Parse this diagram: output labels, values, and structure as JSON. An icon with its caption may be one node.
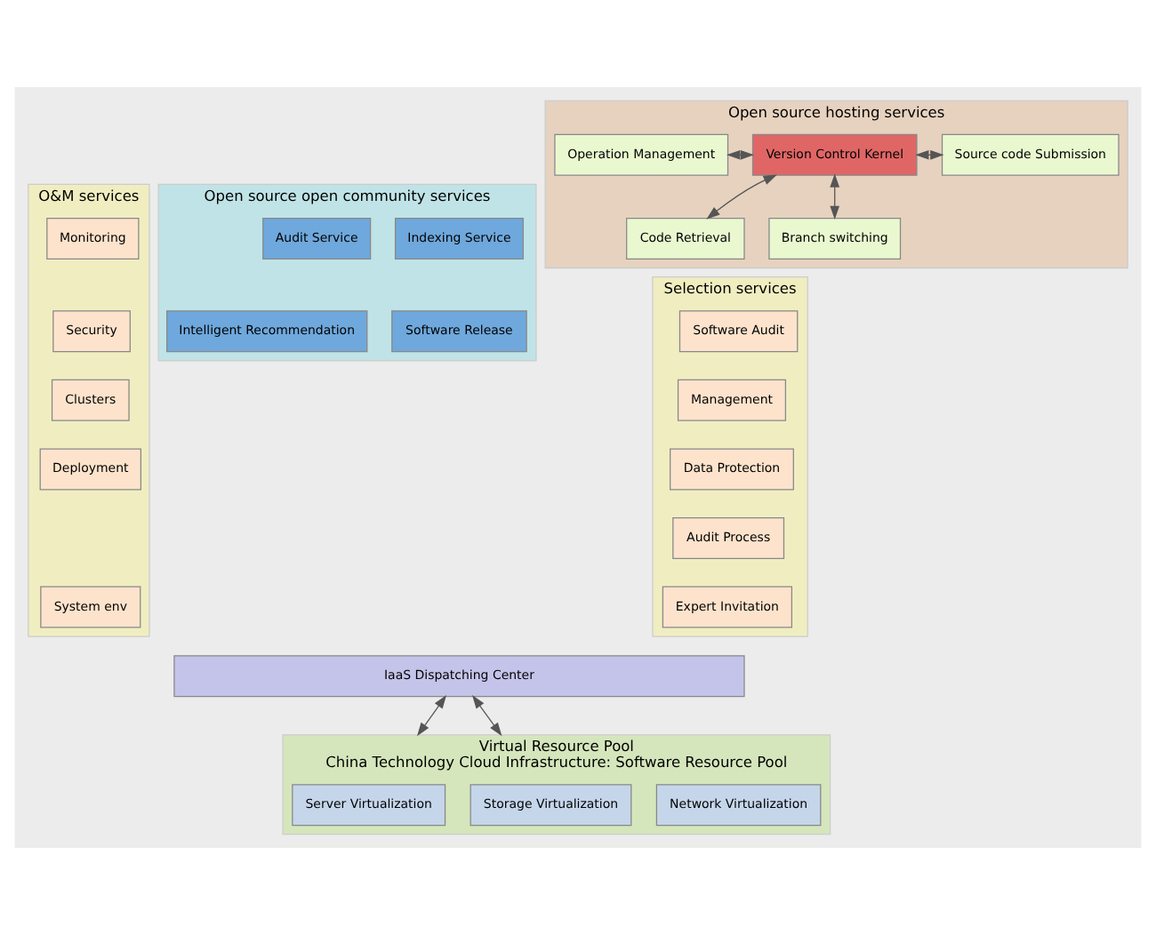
{
  "diagram": {
    "nodes": [
      {
        "text": [
          "Open source hosting services"
        ]
      },
      {
        "text": [
          "Operation Management"
        ],
        "in": 0
      },
      {
        "text": [
          "Code Retrieval"
        ],
        "in": 0
      },
      {
        "text": [
          "Version Control Kernel"
        ],
        "in": 0
      },
      {
        "text": [
          "Source code Submission"
        ],
        "in": 0
      },
      {
        "text": [
          "Branch switching"
        ],
        "in": 0
      },
      {
        "text": [
          "O&M services"
        ]
      },
      {
        "text": [
          "Monitoring"
        ],
        "in": 6
      },
      {
        "text": [
          "Security"
        ],
        "in": 6
      },
      {
        "text": [
          "Clusters"
        ],
        "in": 6
      },
      {
        "text": [
          "Deployment"
        ],
        "in": 6
      },
      {
        "text": [
          "System env"
        ],
        "in": 6
      },
      {
        "text": [
          "Open source open community services"
        ]
      },
      {
        "text": [
          "Audit Service"
        ],
        "in": 12
      },
      {
        "text": [
          "Indexing Service"
        ],
        "in": 12
      },
      {
        "text": [
          "Intelligent Recommendation"
        ],
        "in": 12
      },
      {
        "text": [
          "Software Release"
        ],
        "in": 12
      },
      {
        "text": [
          "Selection services"
        ]
      },
      {
        "text": [
          "Software Audit"
        ],
        "in": 17
      },
      {
        "text": [
          "Management"
        ],
        "in": 17
      },
      {
        "text": [
          "Data Protection"
        ],
        "in": 17
      },
      {
        "text": [
          "Audit Process"
        ],
        "in": 17
      },
      {
        "text": [
          "Expert Invitation"
        ],
        "in": 17
      },
      {
        "text": [
          "IaaS Dispatching Center"
        ]
      },
      {
        "text": [
          "Virtual Resource Pool",
          "China Technology Cloud Infrastructure: Software Resource Pool"
        ]
      },
      {
        "text": [
          "Server Virtualization"
        ],
        "in": 24
      },
      {
        "text": [
          "Storage Virtualization"
        ],
        "in": 24
      },
      {
        "text": [
          "Network Virtualization"
        ],
        "in": 24
      }
    ],
    "edges": [
      {
        "from": 1,
        "to": 3,
        "arrow": "both"
      },
      {
        "from": 2,
        "to": 3,
        "arrow": "both"
      },
      {
        "from": 3,
        "to": 4,
        "arrow": "both"
      },
      {
        "from": 3,
        "to": 5,
        "arrow": "both"
      },
      {
        "from": 23,
        "to": 24,
        "arrow": "both"
      },
      {
        "from": 23,
        "to": 24,
        "arrow": "both"
      }
    ]
  }
}
